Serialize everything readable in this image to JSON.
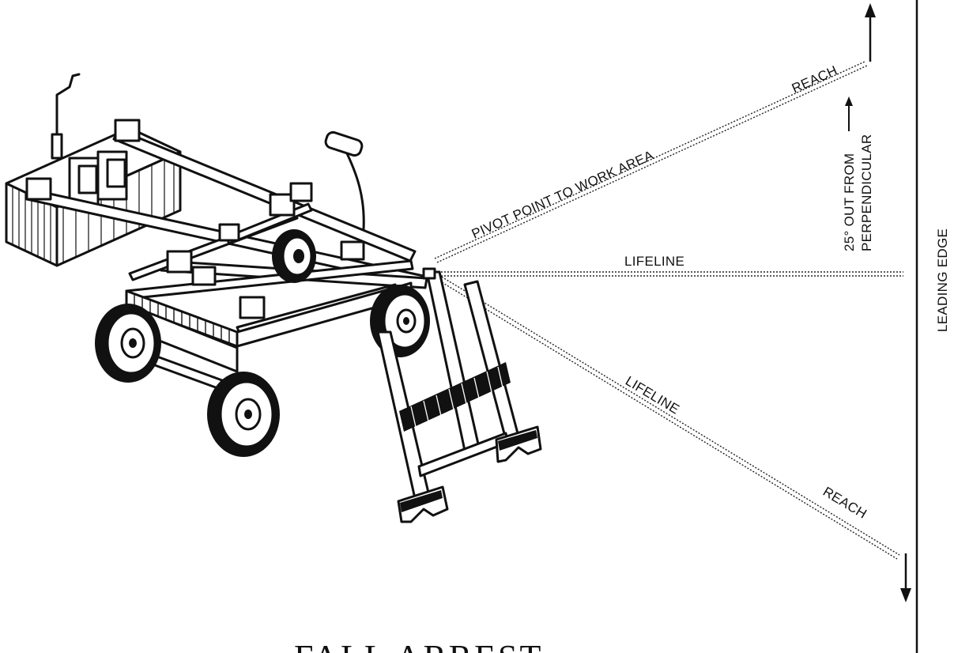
{
  "labels": {
    "reach_top": "REACH",
    "pivot": "PIVOT POINT TO WORK AREA",
    "perp_line1": "25° OUT FROM",
    "perp_line2": "PERPENDICULAR",
    "lifeline_center": "LIFELINE",
    "lifeline_lower": "LIFELINE",
    "reach_bottom": "REACH",
    "leading_edge": "LEADING EDGE",
    "caption": "FALL ARREST"
  },
  "colors": {
    "ink": "#111111",
    "background": "#ffffff"
  },
  "icons": [
    "up-arrow-icon",
    "down-arrow-icon",
    "small-up-arrow-icon",
    "fall-arrest-cart-illustration"
  ]
}
